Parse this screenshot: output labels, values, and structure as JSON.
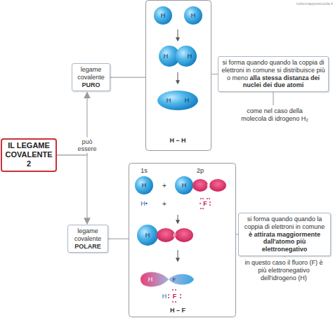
{
  "diagram": {
    "nodes": [
      {
        "text": [
          "IL LEGAME COVALENTE 2"
        ]
      },
      {
        "text": [
          "legame covalente",
          "PURO"
        ]
      },
      {
        "text": [
          "legame covalente",
          "POLARE"
        ]
      },
      {
        "text": [
          "si forma quando quando la coppia di elettroni in comune si distribuisce più o meno",
          "alla stessa distanza dei nuclei dei due atomi"
        ]
      },
      {
        "text": [
          "come nel caso della molecola di idrogeno H₂"
        ]
      },
      {
        "text": [
          "si forma quando quando la coppia di elettroni in comune",
          "è attirata maggiormente dall'atomo più elettronegativo"
        ]
      },
      {
        "text": [
          "in questo caso il fluoro (F) è più elettronegativo dell'idrogeno (H)"
        ]
      }
    ],
    "edges": [
      {
        "from": 0,
        "to": 1,
        "arrow": "to",
        "label": "può essere"
      },
      {
        "from": 0,
        "to": 2,
        "arrow": "to"
      },
      {
        "from": 3,
        "to": 4,
        "arrow": "none"
      },
      {
        "from": 5,
        "to": 6,
        "arrow": "none"
      }
    ],
    "labels": [
      "tuttomappescuola.it",
      "H",
      "H",
      "H",
      "H",
      "H",
      "H",
      "H – H",
      "1s",
      "2p",
      "H",
      "+",
      "H",
      "F",
      "H•",
      "+",
      "F",
      "H",
      "F",
      "H",
      "F",
      "H",
      "F",
      "H – F"
    ]
  }
}
